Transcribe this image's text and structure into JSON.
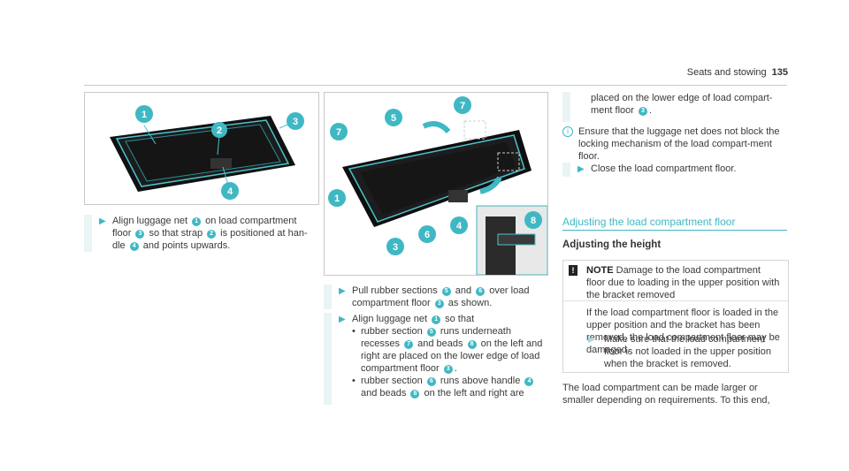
{
  "header": {
    "section": "Seats and stowing",
    "page": "135"
  },
  "left_step": {
    "text_1": "Align luggage net ",
    "n1": "1",
    "text_2": " on load compartment floor ",
    "n3": "3",
    "text_3": " so that strap ",
    "n2": "2",
    "text_4": " is positioned at han-dle ",
    "n4": "4",
    "text_5": " and points upwards."
  },
  "fig1_labels": [
    "1",
    "2",
    "3",
    "4"
  ],
  "fig2_labels": [
    "7",
    "5",
    "7",
    "1",
    "3",
    "6",
    "4",
    "8"
  ],
  "mid_step1": {
    "t1": "Pull rubber sections ",
    "n5": "5",
    "t2": " and ",
    "n6": "6",
    "t3": " over load compartment floor ",
    "n3": "3",
    "t4": " as shown."
  },
  "mid_step2": {
    "t1": "Align luggage net ",
    "n1": "1",
    "t2": " so that",
    "b1": {
      "t1": "rubber section ",
      "n5": "5",
      "t2": " runs underneath recesses ",
      "n7": "7",
      "t3": " and beads ",
      "n8": "8",
      "t4": " on the left and right are placed on the lower edge of load compartment floor ",
      "n3": "3",
      "t5": "."
    },
    "b2": {
      "t1": "rubber section ",
      "n6": "6",
      "t2": " runs above handle ",
      "n4": "4",
      "t3": " and beads ",
      "n8": "8",
      "t4": " on the left and right are"
    }
  },
  "right_cont": {
    "t1": "placed on the lower edge of load compart-ment floor ",
    "n3": "3",
    "t2": "."
  },
  "info": {
    "icon": "info-icon",
    "text": "Ensure that the luggage net does not block the locking mechanism of the load compart-ment floor."
  },
  "close_step": "Close the load compartment floor.",
  "section_title": "Adjusting the load compartment floor",
  "subheading": "Adjusting the height",
  "note": {
    "label": "NOTE",
    "text": "Damage to the load compartment floor due to loading in the upper position with the bracket removed",
    "body": "If the load compartment floor is loaded in the upper position and the bracket has been removed, the load compartment floor may be damaged.",
    "action": "Make sure that the load compartment floor is not loaded in the upper position when the bracket is removed."
  },
  "final_para": "The load compartment can be made larger or smaller depending on requirements. To this end,",
  "accent_color": "#3fb8c4"
}
